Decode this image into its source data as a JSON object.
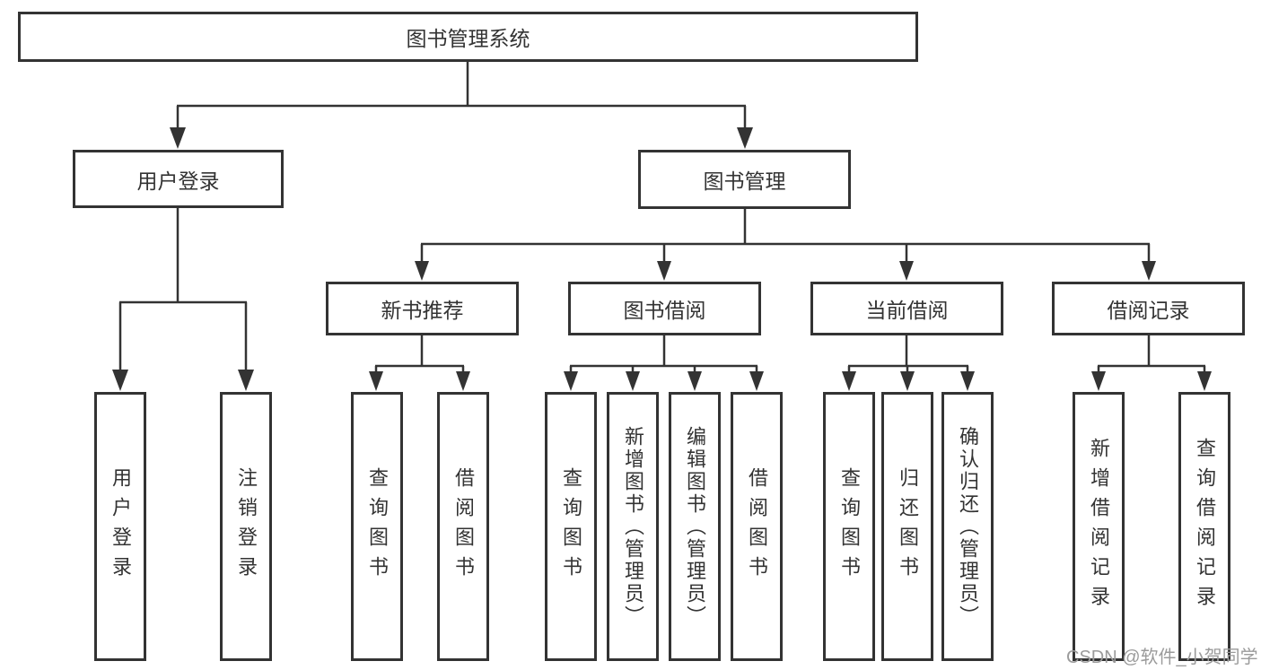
{
  "diagram": {
    "root": "图书管理系统",
    "level2": {
      "user_login": "用户登录",
      "book_management": "图书管理"
    },
    "level3": {
      "new_book_recommend": "新书推荐",
      "book_borrowing": "图书借阅",
      "current_borrowing": "当前借阅",
      "borrowing_records": "借阅记录"
    },
    "leaves": {
      "user_login_children": [
        "用户登录",
        "注销登录"
      ],
      "new_book_children": [
        "查询图书",
        "借阅图书"
      ],
      "book_borrowing_children": [
        "查询图书",
        "新增图书（管理员）",
        "编辑图书（管理员）",
        "借阅图书"
      ],
      "current_borrowing_children": [
        "查询图书",
        "归还图书",
        "确认归还（管理员）"
      ],
      "borrowing_records_children": [
        "新增借阅记录",
        "查询借阅记录"
      ]
    }
  },
  "watermark": "CSDN @软件_小贺同学",
  "colors": {
    "line": "#333333",
    "text": "#333333",
    "watermark": "#9b9b9b",
    "background": "#ffffff"
  }
}
